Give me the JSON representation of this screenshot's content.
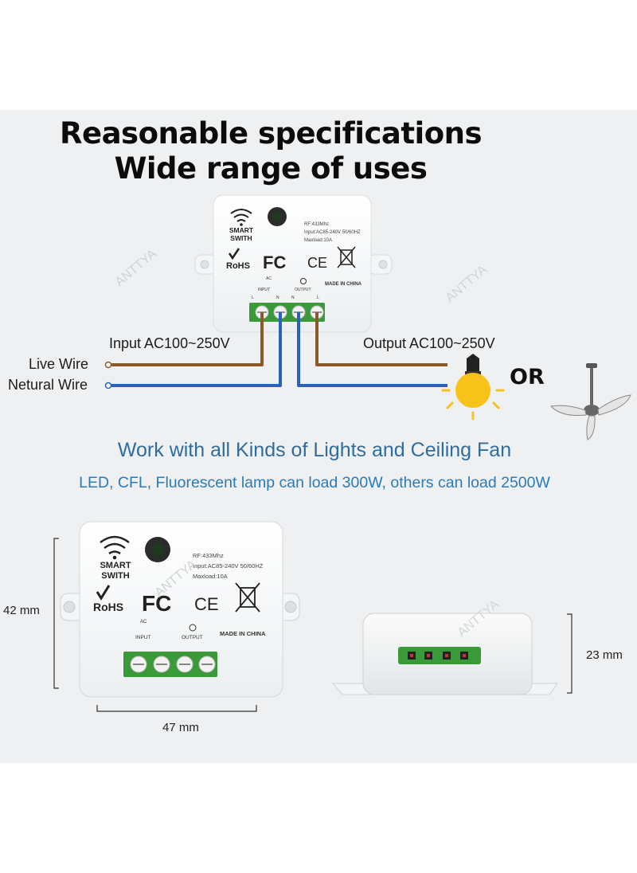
{
  "headline": {
    "line1": "Reasonable specifications",
    "line2": "Wide range of uses"
  },
  "device": {
    "brand_line1": "SMART",
    "brand_line2": "SWITH",
    "spec_rf": "RF:433Mhz",
    "spec_input": "Input:AC85-240V 50/60HZ",
    "spec_maxload": "Maxload:10A",
    "rohs": "RoHS",
    "fc": "FC",
    "ce": "CE",
    "ac": "AC",
    "input": "INPUT",
    "output": "OUTPUT",
    "made_in": "MADE IN CHINA",
    "term_l": "L",
    "term_n": "N",
    "watermark": "ANTTYA"
  },
  "wiring": {
    "input_label": "Input AC100~250V",
    "output_label": "Output AC100~250V",
    "live_wire": "Live Wire",
    "neutral_wire": "Netural Wire",
    "or_label": "OR",
    "live_color": "#8b5a2b",
    "neutral_color": "#2962b8"
  },
  "compat": {
    "line1": "Work with all Kinds of Lights and Ceiling Fan",
    "line2": "LED, CFL, Fluorescent lamp can load 300W, others can load 2500W"
  },
  "dimensions": {
    "height": "42 mm",
    "width": "47 mm",
    "depth": "23 mm"
  },
  "colors": {
    "panel": "#eff0f2",
    "terminal_green": "#3a9a3a",
    "bulb_yellow": "#f7c21a"
  }
}
